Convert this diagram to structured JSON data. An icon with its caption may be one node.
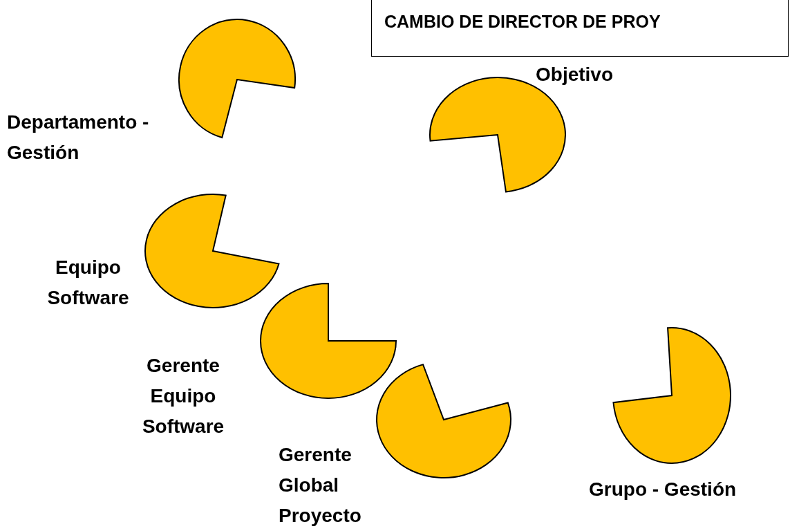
{
  "diagram": {
    "title": "CAMBIO DE DIRECTOR DE PROY",
    "nodes": [
      {
        "text": [],
        "shape": "circle",
        "beside": [
          "Departamento - Gestión"
        ]
      },
      {
        "text": [],
        "shape": "circle",
        "beside": [
          "Objetivo"
        ]
      },
      {
        "text": [],
        "shape": "circle",
        "beside": [
          "Equipo Software"
        ]
      },
      {
        "text": [],
        "shape": "circle",
        "beside": [
          "Gerente Equipo Software"
        ]
      },
      {
        "text": [],
        "shape": "circle",
        "beside": [
          "Gerente Global Proyecto"
        ]
      },
      {
        "text": [],
        "shape": "circle",
        "beside": [
          "Grupo - Gestión"
        ]
      }
    ],
    "edges": []
  }
}
